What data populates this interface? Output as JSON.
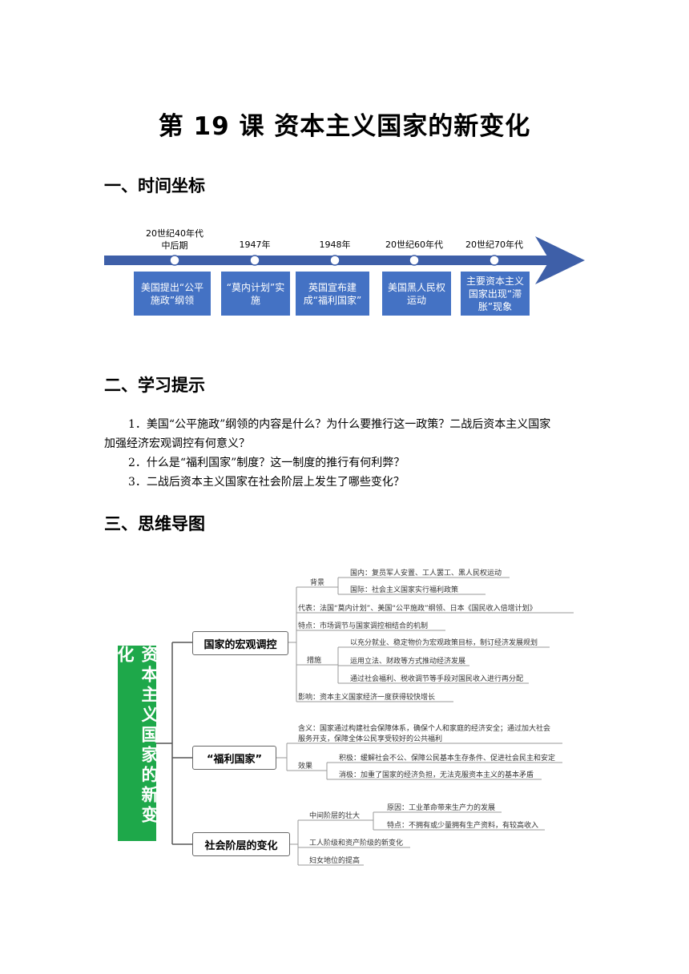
{
  "title": "第 19 课  资本主义国家的新变化",
  "sections": {
    "s1": "一、时间坐标",
    "s2": "二、学习提示",
    "s3": "三、思维导图"
  },
  "timeline": {
    "events": [
      {
        "date": "20世纪40年代\n中后期",
        "box": "美国提出“公平施政”纲领"
      },
      {
        "date": "1947年",
        "box": "“莫内计划”实施"
      },
      {
        "date": "1948年",
        "box": "英国宣布建成“福利国家”"
      },
      {
        "date": "20世纪60年代",
        "box": "美国黑人民权运动"
      },
      {
        "date": "20世纪70年代",
        "box": "主要资本主义国家出现“滞胀”现象"
      }
    ]
  },
  "tips": {
    "p1a": "1．美国“公平施政”纲领的内容是什么？为什么要推行这一政策？二战后资本主义国家",
    "p1b": "加强经济宏观调控有何意义？",
    "p2": "2．什么是“福利国家”制度？这一制度的推行有何利弊？",
    "p3": "3．二战后资本主义国家在社会阶层上发生了哪些变化？"
  },
  "mindmap": {
    "root": "资本主义国家的新变化",
    "b1": {
      "label": "国家的宏观调控",
      "bg": "背景",
      "bg1": "国内：复员军人安置、工人罢工、黑人民权运动",
      "bg2": "国际：社会主义国家实行福利政策",
      "rep": "代表：法国“莫内计划”、美国“公平施政”纲领、日本《国民收入倍增计划》",
      "feat": "特点：市场调节与国家调控相结合的机制",
      "meas": "措施",
      "m1": "以充分就业、稳定物价为宏观政策目标，制订经济发展规划",
      "m2": "运用立法、财政等方式推动经济发展",
      "m3": "通过社会福利、税收调节等手段对国民收入进行再分配",
      "infl": "影响：资本主义国家经济一度获得较快增长"
    },
    "b2": {
      "label": "“福利国家”",
      "def1": "含义：国家通过构建社会保障体系，确保个人和家庭的经济安全；通过加大社会",
      "def2": "服务开支，保障全体公民享受较好的公共福利",
      "eff": "效果",
      "pos": "积极：缓解社会不公、保障公民基本生存条件、促进社会民主和安定",
      "neg": "消极：加重了国家的经济负担，无法克服资本主义的基本矛盾"
    },
    "b3": {
      "label": "社会阶层的变化",
      "mid": "中间阶层的壮大",
      "cause": "原因：工业革命带来生产力的发展",
      "trait": "特点：不拥有或少量拥有生产资料，有较高收入",
      "work": "工人阶级和资产阶级的新变化",
      "women": "妇女地位的提高"
    }
  },
  "colors": {
    "timeline": "#3e5fa8",
    "box": "#4472c4",
    "root": "#1ea84a"
  }
}
